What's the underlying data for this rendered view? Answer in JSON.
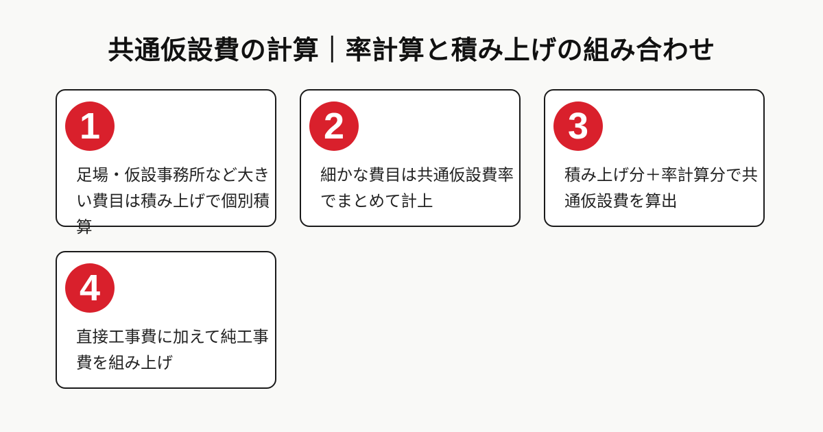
{
  "title": "共通仮設費の計算｜率計算と積み上げの組み合わせ",
  "steps": [
    {
      "number": "1",
      "text": "足場・仮設事務所など大きい費目は積み上げで個別積算"
    },
    {
      "number": "2",
      "text": "細かな費目は共通仮設費率でまとめて計上"
    },
    {
      "number": "3",
      "text": "積み上げ分＋率計算分で共通仮設費を算出"
    },
    {
      "number": "4",
      "text": "直接工事費に加えて純工事費を組み上げ"
    }
  ],
  "colors": {
    "badge": "#d9202c",
    "background": "#f9f9f7",
    "border": "#1a1a1a"
  }
}
